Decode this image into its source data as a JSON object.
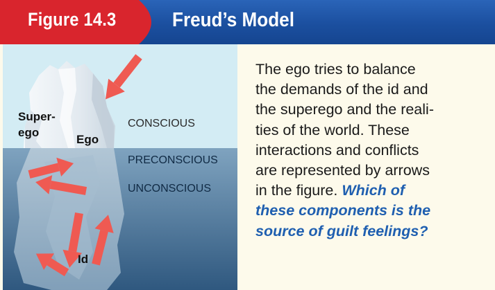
{
  "header": {
    "figure_number": "Figure 14.3",
    "title": "Freud’s Model"
  },
  "diagram": {
    "labels": {
      "superego_line1": "Super-",
      "superego_line2": "ego",
      "ego": "Ego",
      "id": "Id",
      "conscious": "CONSCIOUS",
      "preconscious": "PRECONSCIOUS",
      "unconscious": "UNCONSCIOUS"
    },
    "colors": {
      "sky": "#d3ecf4",
      "water_top": "#7fa3bf",
      "water_bottom": "#2f587f",
      "ice": "#eef3f7",
      "arrow": "#ef5a52"
    }
  },
  "caption": {
    "lines": [
      "The ego tries to balance",
      "the demands of the id and",
      "the superego and the reali-",
      "ties of the world. These",
      "interactions and conflicts",
      "are represented by arrows",
      "in the figure."
    ],
    "question_lines": [
      "Which of",
      "these components is the",
      "source of guilt feelings?"
    ]
  }
}
